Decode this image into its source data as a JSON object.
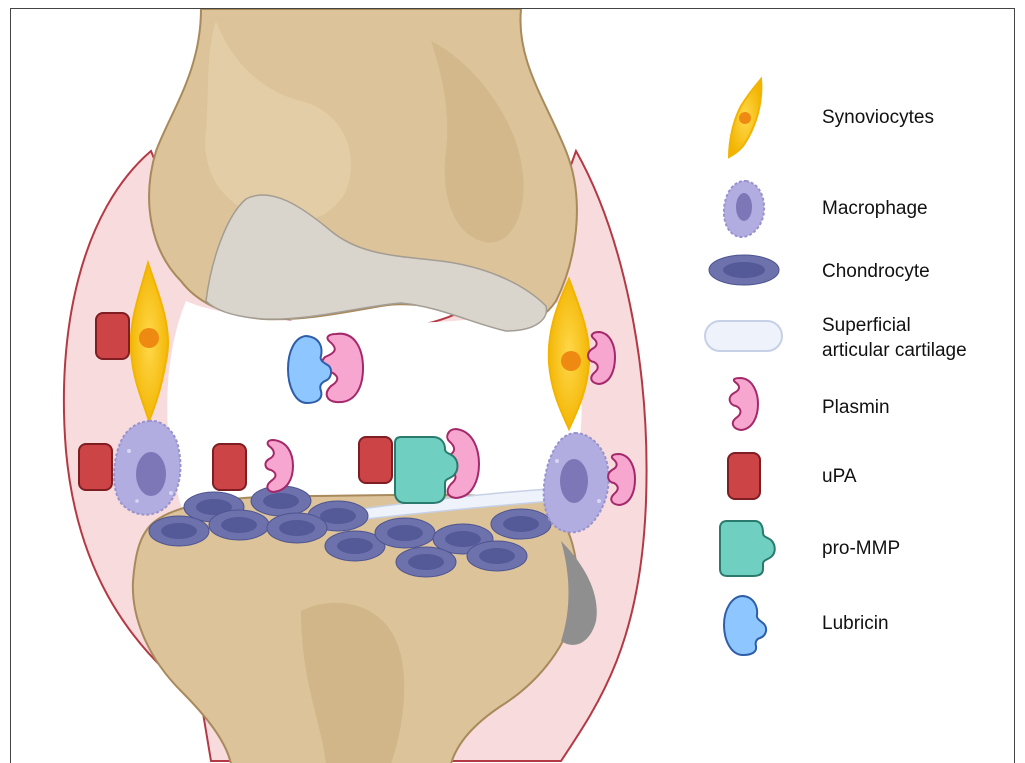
{
  "legend": [
    {
      "key": "synoviocytes",
      "label": "Synoviocytes",
      "icon": "synoviocyte-icon"
    },
    {
      "key": "macrophage",
      "label": "Macrophage",
      "icon": "macrophage-icon"
    },
    {
      "key": "chondrocyte",
      "label": "Chondrocyte",
      "icon": "chondrocyte-icon"
    },
    {
      "key": "cartilage",
      "label": "Superficial\narticular cartilage",
      "icon": "cartilage-icon"
    },
    {
      "key": "plasmin",
      "label": "Plasmin",
      "icon": "plasmin-icon"
    },
    {
      "key": "upa",
      "label": "uPA",
      "icon": "upa-icon"
    },
    {
      "key": "prommp",
      "label": "pro-MMP",
      "icon": "pro-mmp-icon"
    },
    {
      "key": "lubricin",
      "label": "Lubricin",
      "icon": "lubricin-icon"
    }
  ],
  "colors": {
    "bone": "#dcc399",
    "bone_shade": "#c9ad7e",
    "bone_outline": "#a88a5c",
    "capsule_fill": "#f8dcdd",
    "capsule_line": "#b33a45",
    "synoviocyte": "#f7c200",
    "synoviocyte_core": "#ee8a12",
    "macrophage": "#b1ade0",
    "macrophage_core": "#7d77b8",
    "chondrocyte": "#6d72ad",
    "chondrocyte_core": "#545a98",
    "cartilage_fill": "#eef2fa",
    "cartilage_line": "#c6d0e6",
    "plasmin": "#f6a6cf",
    "plasmin_line": "#a4296b",
    "upa": "#cd4446",
    "upa_line": "#7f1e22",
    "prommp": "#6fd0c1",
    "prommp_line": "#2a7a6e",
    "lubricin": "#8ec6ff",
    "lubricin_line": "#2f5ea8"
  }
}
